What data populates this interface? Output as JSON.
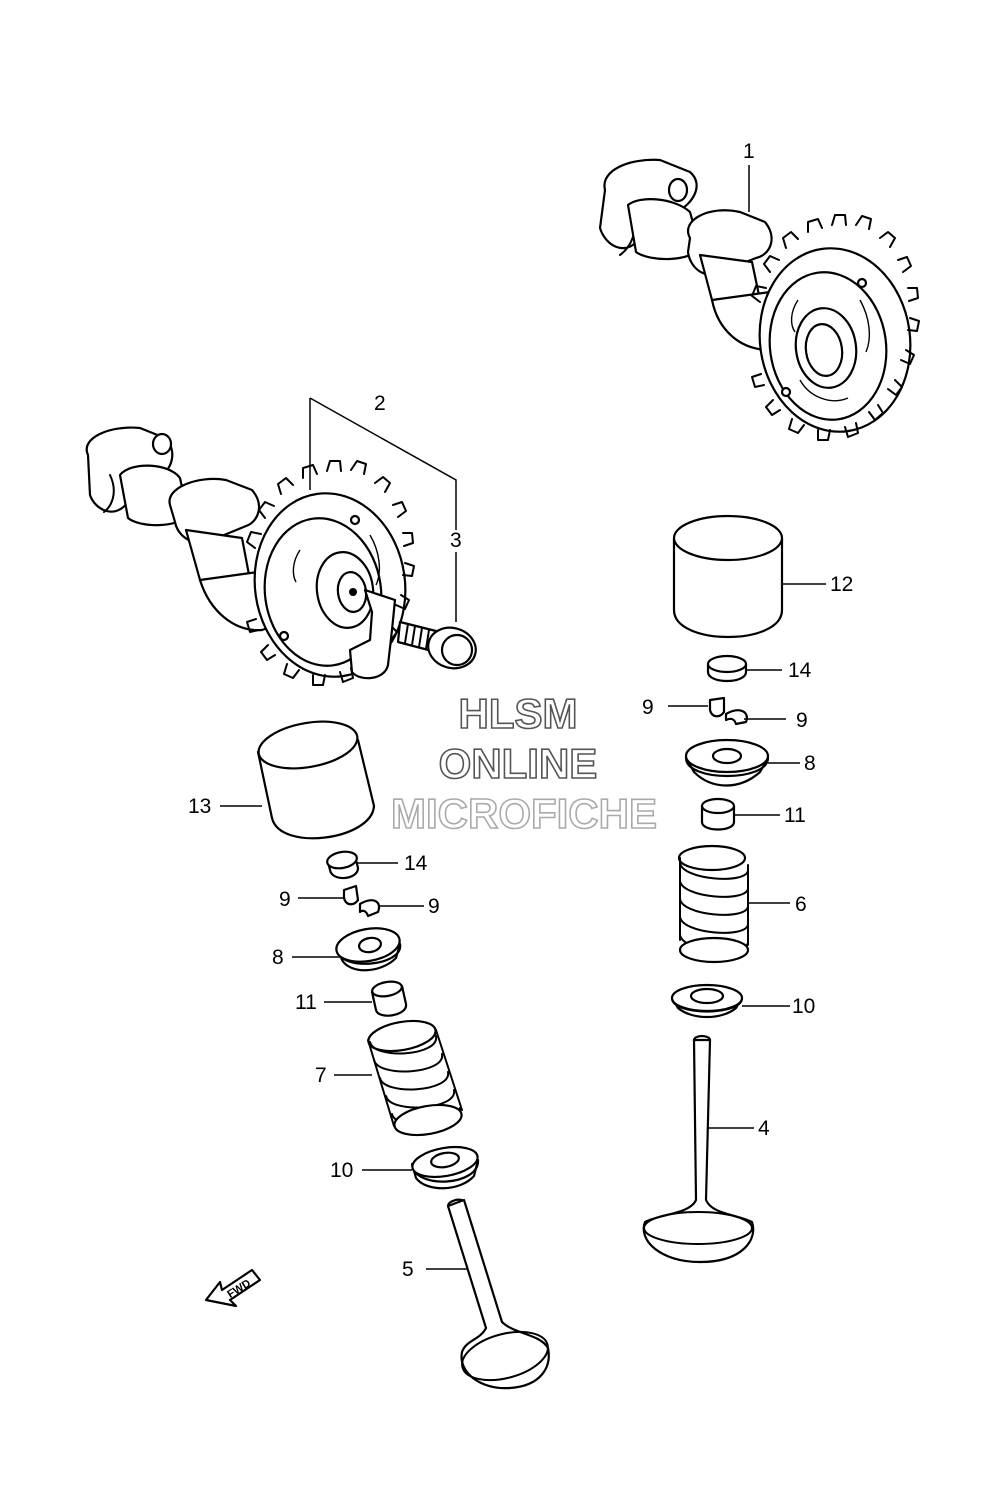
{
  "callouts": {
    "c1": "1",
    "c2": "2",
    "c3": "3",
    "c4": "4",
    "c5": "5",
    "c6": "6",
    "c7": "7",
    "c8a": "8",
    "c8b": "8",
    "c9a": "9",
    "c9b": "9",
    "c9c": "9",
    "c9d": "9",
    "c10a": "10",
    "c10b": "10",
    "c11a": "11",
    "c11b": "11",
    "c12": "12",
    "c13": "13",
    "c14a": "14",
    "c14b": "14"
  },
  "watermark": {
    "line1": "HLSM",
    "line2": "ONLINE",
    "line3": "MICROFICHE"
  },
  "fwd_label": "FWD"
}
